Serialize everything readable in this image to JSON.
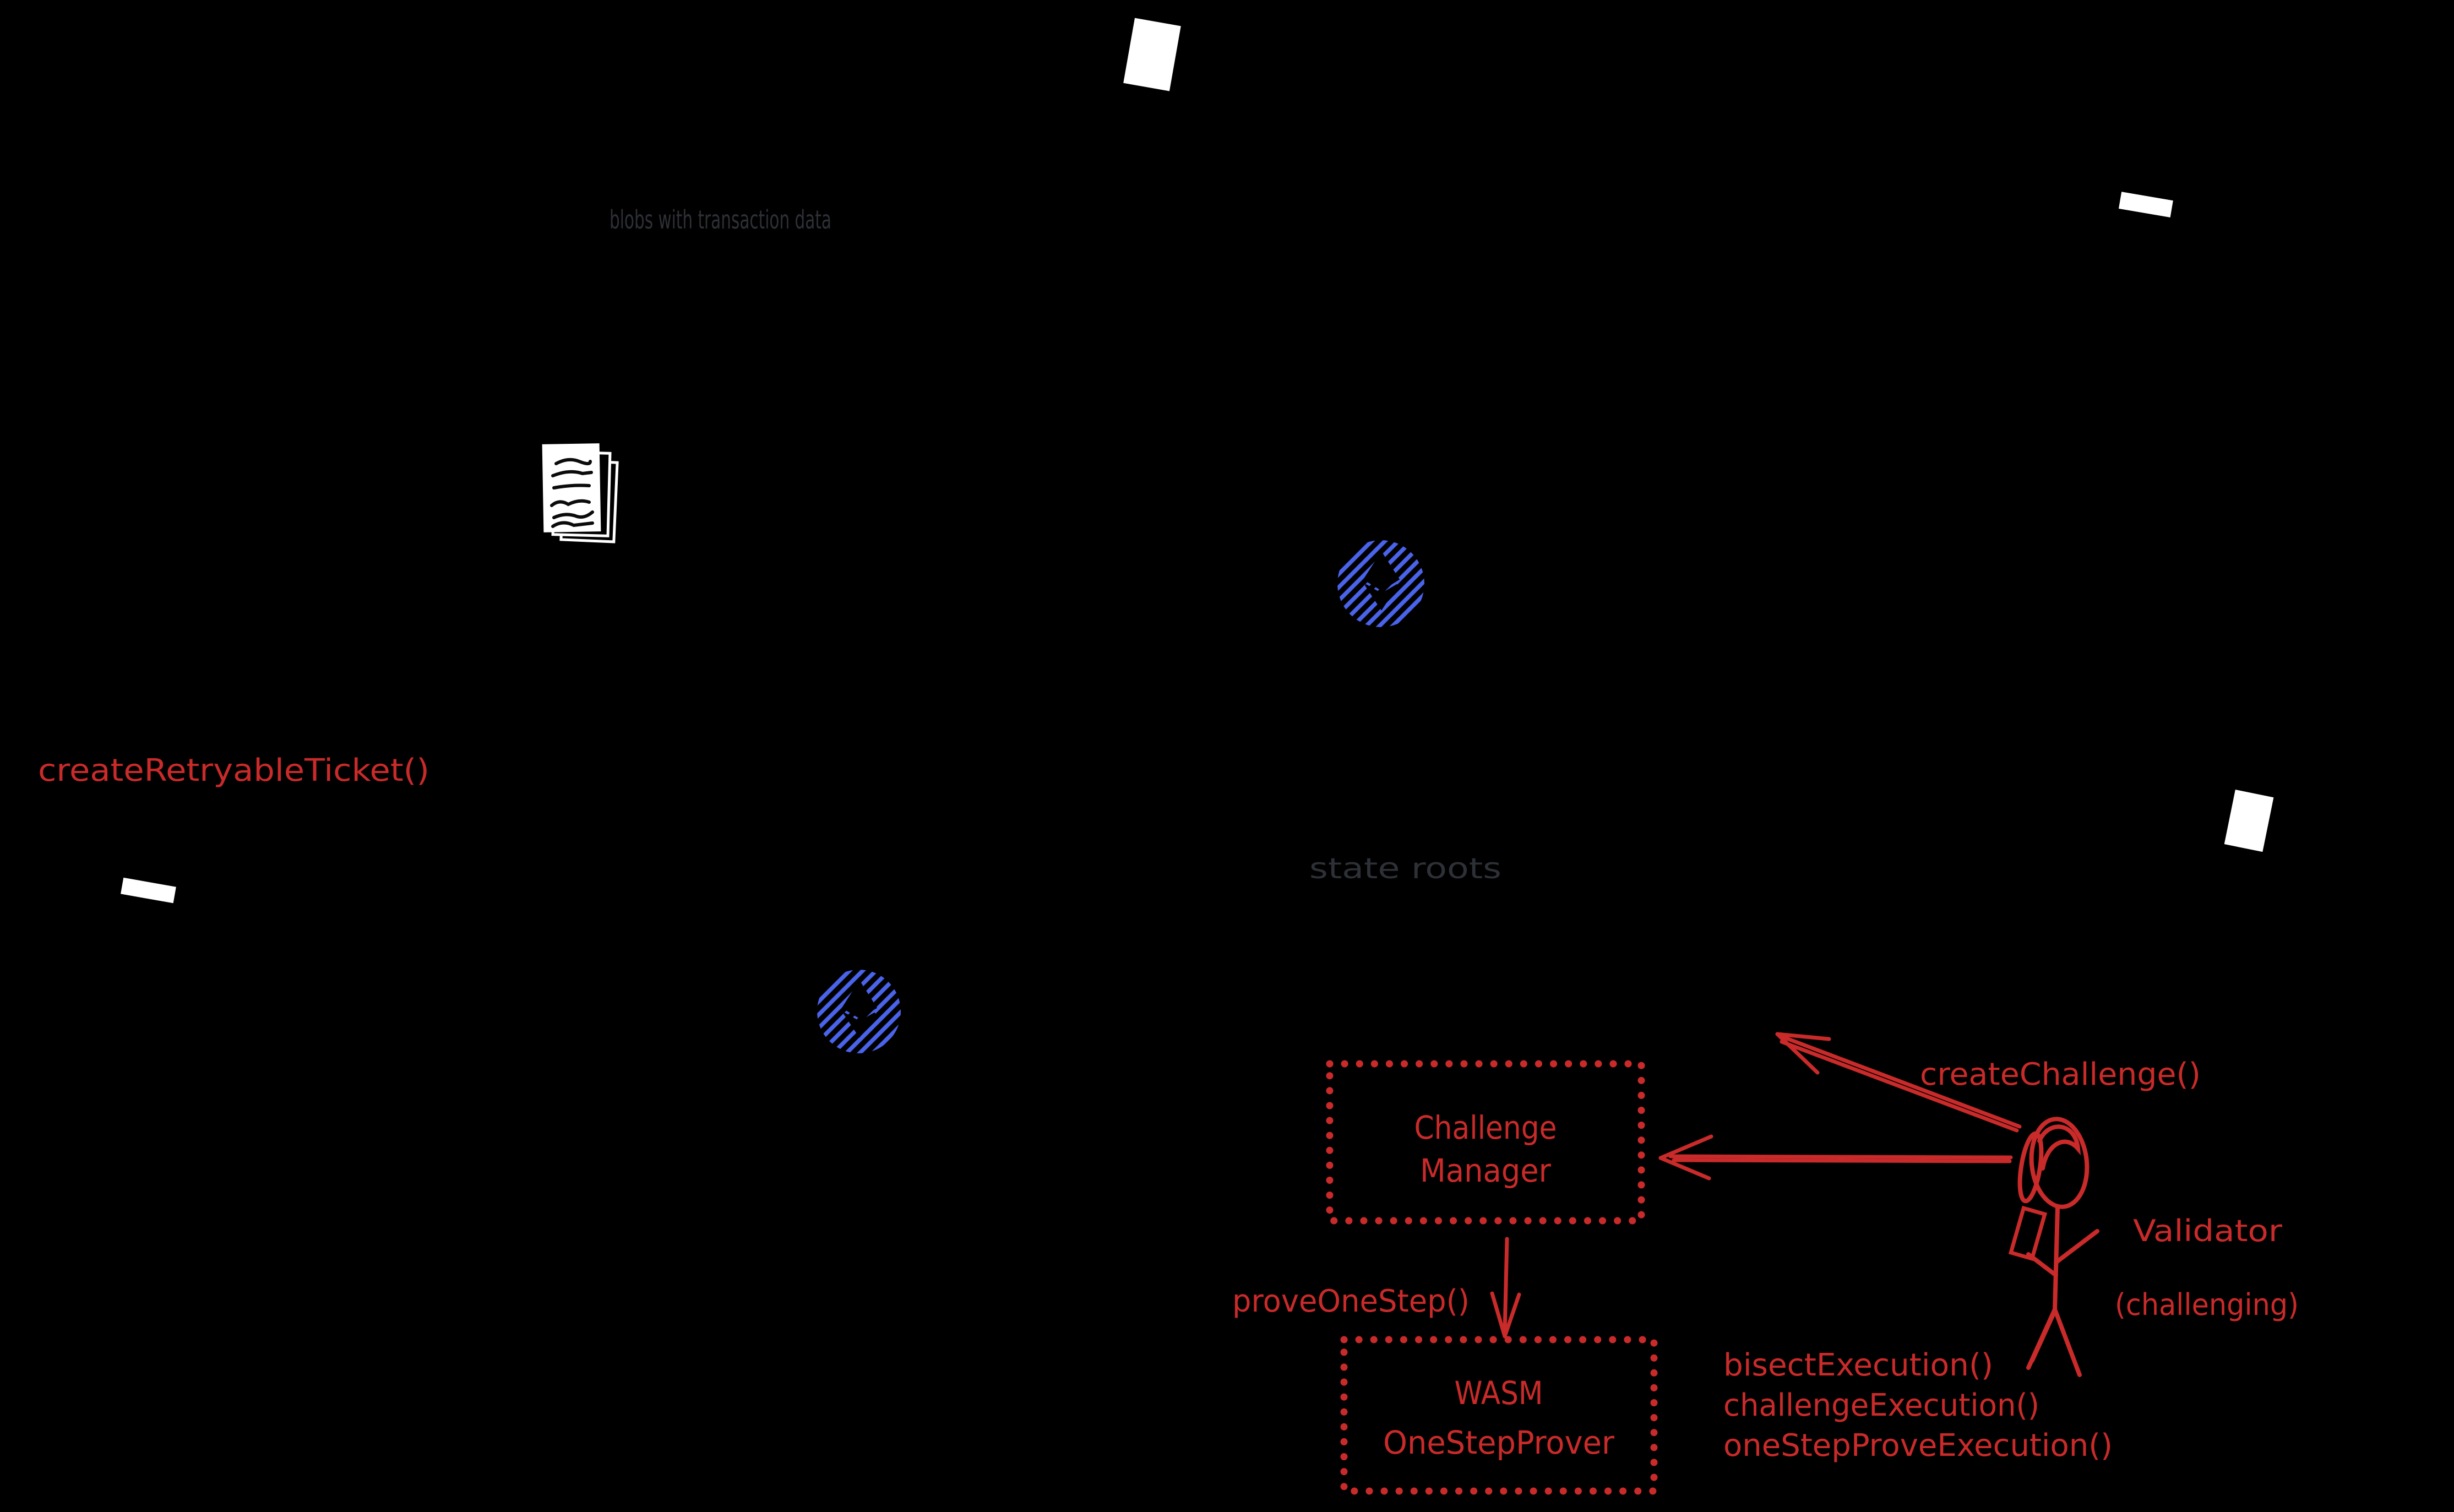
{
  "labels": {
    "blobs": "blobs with transaction data",
    "state_roots": "state roots",
    "create_retryable_ticket": "createRetryableTicket()",
    "create_challenge": "createChallenge()",
    "prove_one_step": "proveOneStep()",
    "validator_name": "Validator",
    "validator_role": "(challenging)",
    "methods": [
      "bisectExecution()",
      "challengeExecution()",
      "oneStepProveExecution()"
    ]
  },
  "nodes": {
    "challenge_manager": {
      "label_line1": "Challenge",
      "label_line2": "Manager"
    },
    "wasm_prover": {
      "label_line1": "WASM",
      "label_line2": "OneStepProver"
    }
  },
  "colors": {
    "background": "#000000",
    "accent_red": "#c92a2a",
    "ethereum_blue": "#4a63eb",
    "muted_gray": "#2d3036",
    "white": "#ffffff"
  }
}
